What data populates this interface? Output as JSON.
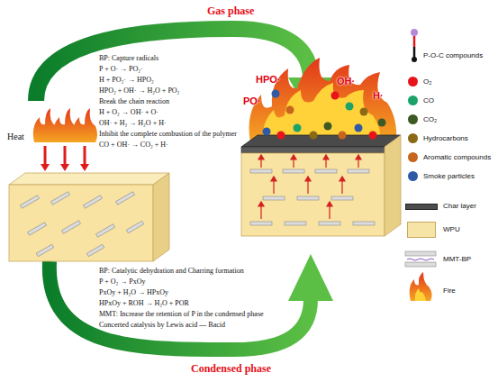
{
  "diagram": {
    "labels": [
      "Gas phase",
      "BP: Capture radicals",
      "P + O· → PO₂·",
      "H + PO₂· → HPO₂",
      "HPO₂ + OH· → H₂O + PO₂",
      "Break the chain reaction",
      "H + O₂ → OH· + O·",
      "OH· + H₂ → H₂O + H·",
      "Inhibit the complete combustion of the polymer",
      "CO + OH· → CO₂ + H·",
      "Heat",
      "BP: Catalytic dehydration and Charring formation",
      "P + O₂ → PxOy",
      "PxOy + H₂O → HPxOy",
      "HPxOy + ROH → H₂O + POR",
      "MMT: Increase the retention of P in the condensed phase",
      "Concerted catalysis by Lewis acid — Bacid",
      "Condensed phase",
      "HPO·",
      "PO·",
      "OH·",
      "H·"
    ],
    "legend": [
      {
        "text": "P-O-C compounds"
      },
      {
        "text": "O₂",
        "color": "#e8141c"
      },
      {
        "text": "CO",
        "color": "#1ba36a"
      },
      {
        "text": "CO₂",
        "color": "#3c5a24"
      },
      {
        "text": "Hydrocarbons",
        "color": "#8a6a14"
      },
      {
        "text": "Aromatic compounds",
        "color": "#c7641e"
      },
      {
        "text": "Smoke particles",
        "color": "#2f5aa6"
      },
      {
        "text": "Char layer",
        "color": "#4d4d4d"
      },
      {
        "text": "WPU",
        "color": "#f6e3a6"
      },
      {
        "text": "MMT-BP"
      },
      {
        "text": "Fire"
      }
    ]
  }
}
